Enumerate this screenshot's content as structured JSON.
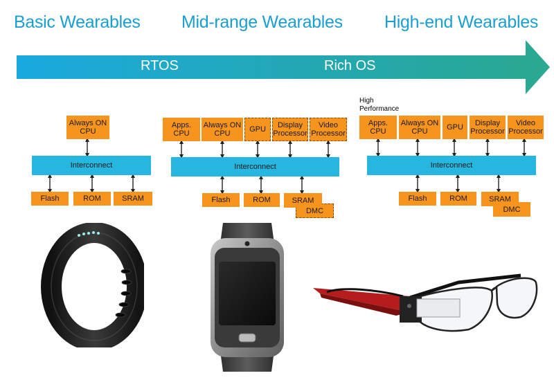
{
  "tiers": {
    "basic": "Basic Wearables",
    "mid": "Mid-range Wearables",
    "high": "High-end Wearables"
  },
  "os_band": {
    "rtos": "RTOS",
    "rich": "Rich OS",
    "gradient_start": "#1aa9df",
    "gradient_end": "#2aa88f"
  },
  "colors": {
    "block": "#f7941d",
    "interconnect": "#27b6e0",
    "tier_title": "#1a9fcf"
  },
  "diagrams": {
    "basic": {
      "cpu": "Always ON CPU",
      "interconnect": "Interconnect",
      "flash": "Flash",
      "rom": "ROM",
      "sram": "SRAM"
    },
    "mid": {
      "apps_cpu": "Apps. CPU",
      "always_on_cpu": "Always ON CPU",
      "gpu": "GPU",
      "display_processor": "Display Processor",
      "video_processor": "Video Processor",
      "interconnect": "Interconnect",
      "flash": "Flash",
      "rom": "ROM",
      "sram": "SRAM",
      "dmc": "DMC"
    },
    "high": {
      "note": "High Performance",
      "apps_cpu": "Apps. CPU",
      "always_on_cpu": "Always ON CPU",
      "gpu": "GPU",
      "display_processor": "Display Processor",
      "video_processor": "Video Processor",
      "interconnect": "Interconnect",
      "flash": "Flash",
      "rom": "ROM",
      "sram": "SRAM",
      "dmc": "DMC"
    }
  },
  "devices": [
    "fitness-band-icon",
    "smartwatch-icon",
    "smart-glasses-icon"
  ]
}
